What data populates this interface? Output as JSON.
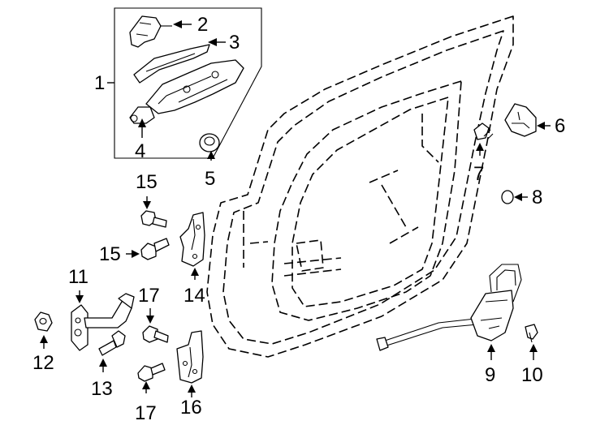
{
  "callouts": {
    "c1": "1",
    "c2": "2",
    "c3": "3",
    "c4": "4",
    "c5": "5",
    "c6": "6",
    "c7": "7",
    "c8": "8",
    "c9": "9",
    "c10": "10",
    "c11": "11",
    "c12": "12",
    "c13": "13",
    "c14": "14",
    "c15a": "15",
    "c15b": "15",
    "c16": "16",
    "c17a": "17",
    "c17b": "17"
  }
}
